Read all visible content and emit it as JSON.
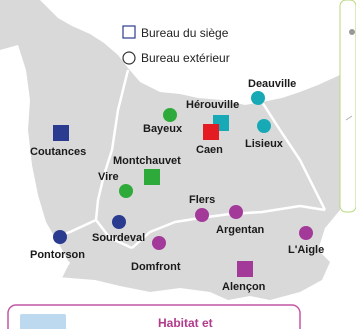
{
  "legend": {
    "head_office": "Bureau du siège",
    "outer_office": "Bureau extérieur"
  },
  "colors": {
    "region_fill": "#d9d9d9",
    "region_stroke": "#ffffff",
    "water_fill": "#ffffff",
    "green": "#2eaa3a",
    "teal": "#17a9b6",
    "purple": "#a33a9a",
    "navy": "#2b3b8f",
    "red": "#e41b23",
    "card_border": "#c457a6",
    "card_fill": "#ffffff",
    "card_thumb": "#bcd9ef"
  },
  "offices": [
    {
      "id": "deauville",
      "name": "Deauville",
      "marker": "circle",
      "color": "teal"
    },
    {
      "id": "herouville",
      "name": "Hérouville",
      "marker": "square",
      "color": "teal"
    },
    {
      "id": "lisieux",
      "name": "Lisieux",
      "marker": "circle",
      "color": "teal"
    },
    {
      "id": "bayeux",
      "name": "Bayeux",
      "marker": "circle",
      "color": "green"
    },
    {
      "id": "caen",
      "name": "Caen",
      "marker": "square",
      "color": "red"
    },
    {
      "id": "coutances",
      "name": "Coutances",
      "marker": "square",
      "color": "navy"
    },
    {
      "id": "montchauvet",
      "name": "Montchauvet",
      "marker": "square",
      "color": "green"
    },
    {
      "id": "vire",
      "name": "Vire",
      "marker": "circle",
      "color": "green"
    },
    {
      "id": "flers",
      "name": "Flers",
      "marker": "circle",
      "color": "purple"
    },
    {
      "id": "argentan",
      "name": "Argentan",
      "marker": "circle",
      "color": "purple"
    },
    {
      "id": "laigle",
      "name": "L'Aigle",
      "marker": "circle",
      "color": "purple"
    },
    {
      "id": "sourdeval",
      "name": "Sourdeval",
      "marker": "circle",
      "color": "navy"
    },
    {
      "id": "pontorson",
      "name": "Pontorson",
      "marker": "circle",
      "color": "navy"
    },
    {
      "id": "domfront",
      "name": "Domfront",
      "marker": "circle",
      "color": "purple"
    },
    {
      "id": "alencon",
      "name": "Alençon",
      "marker": "square",
      "color": "purple"
    }
  ],
  "card": {
    "title": "Habitat et"
  }
}
